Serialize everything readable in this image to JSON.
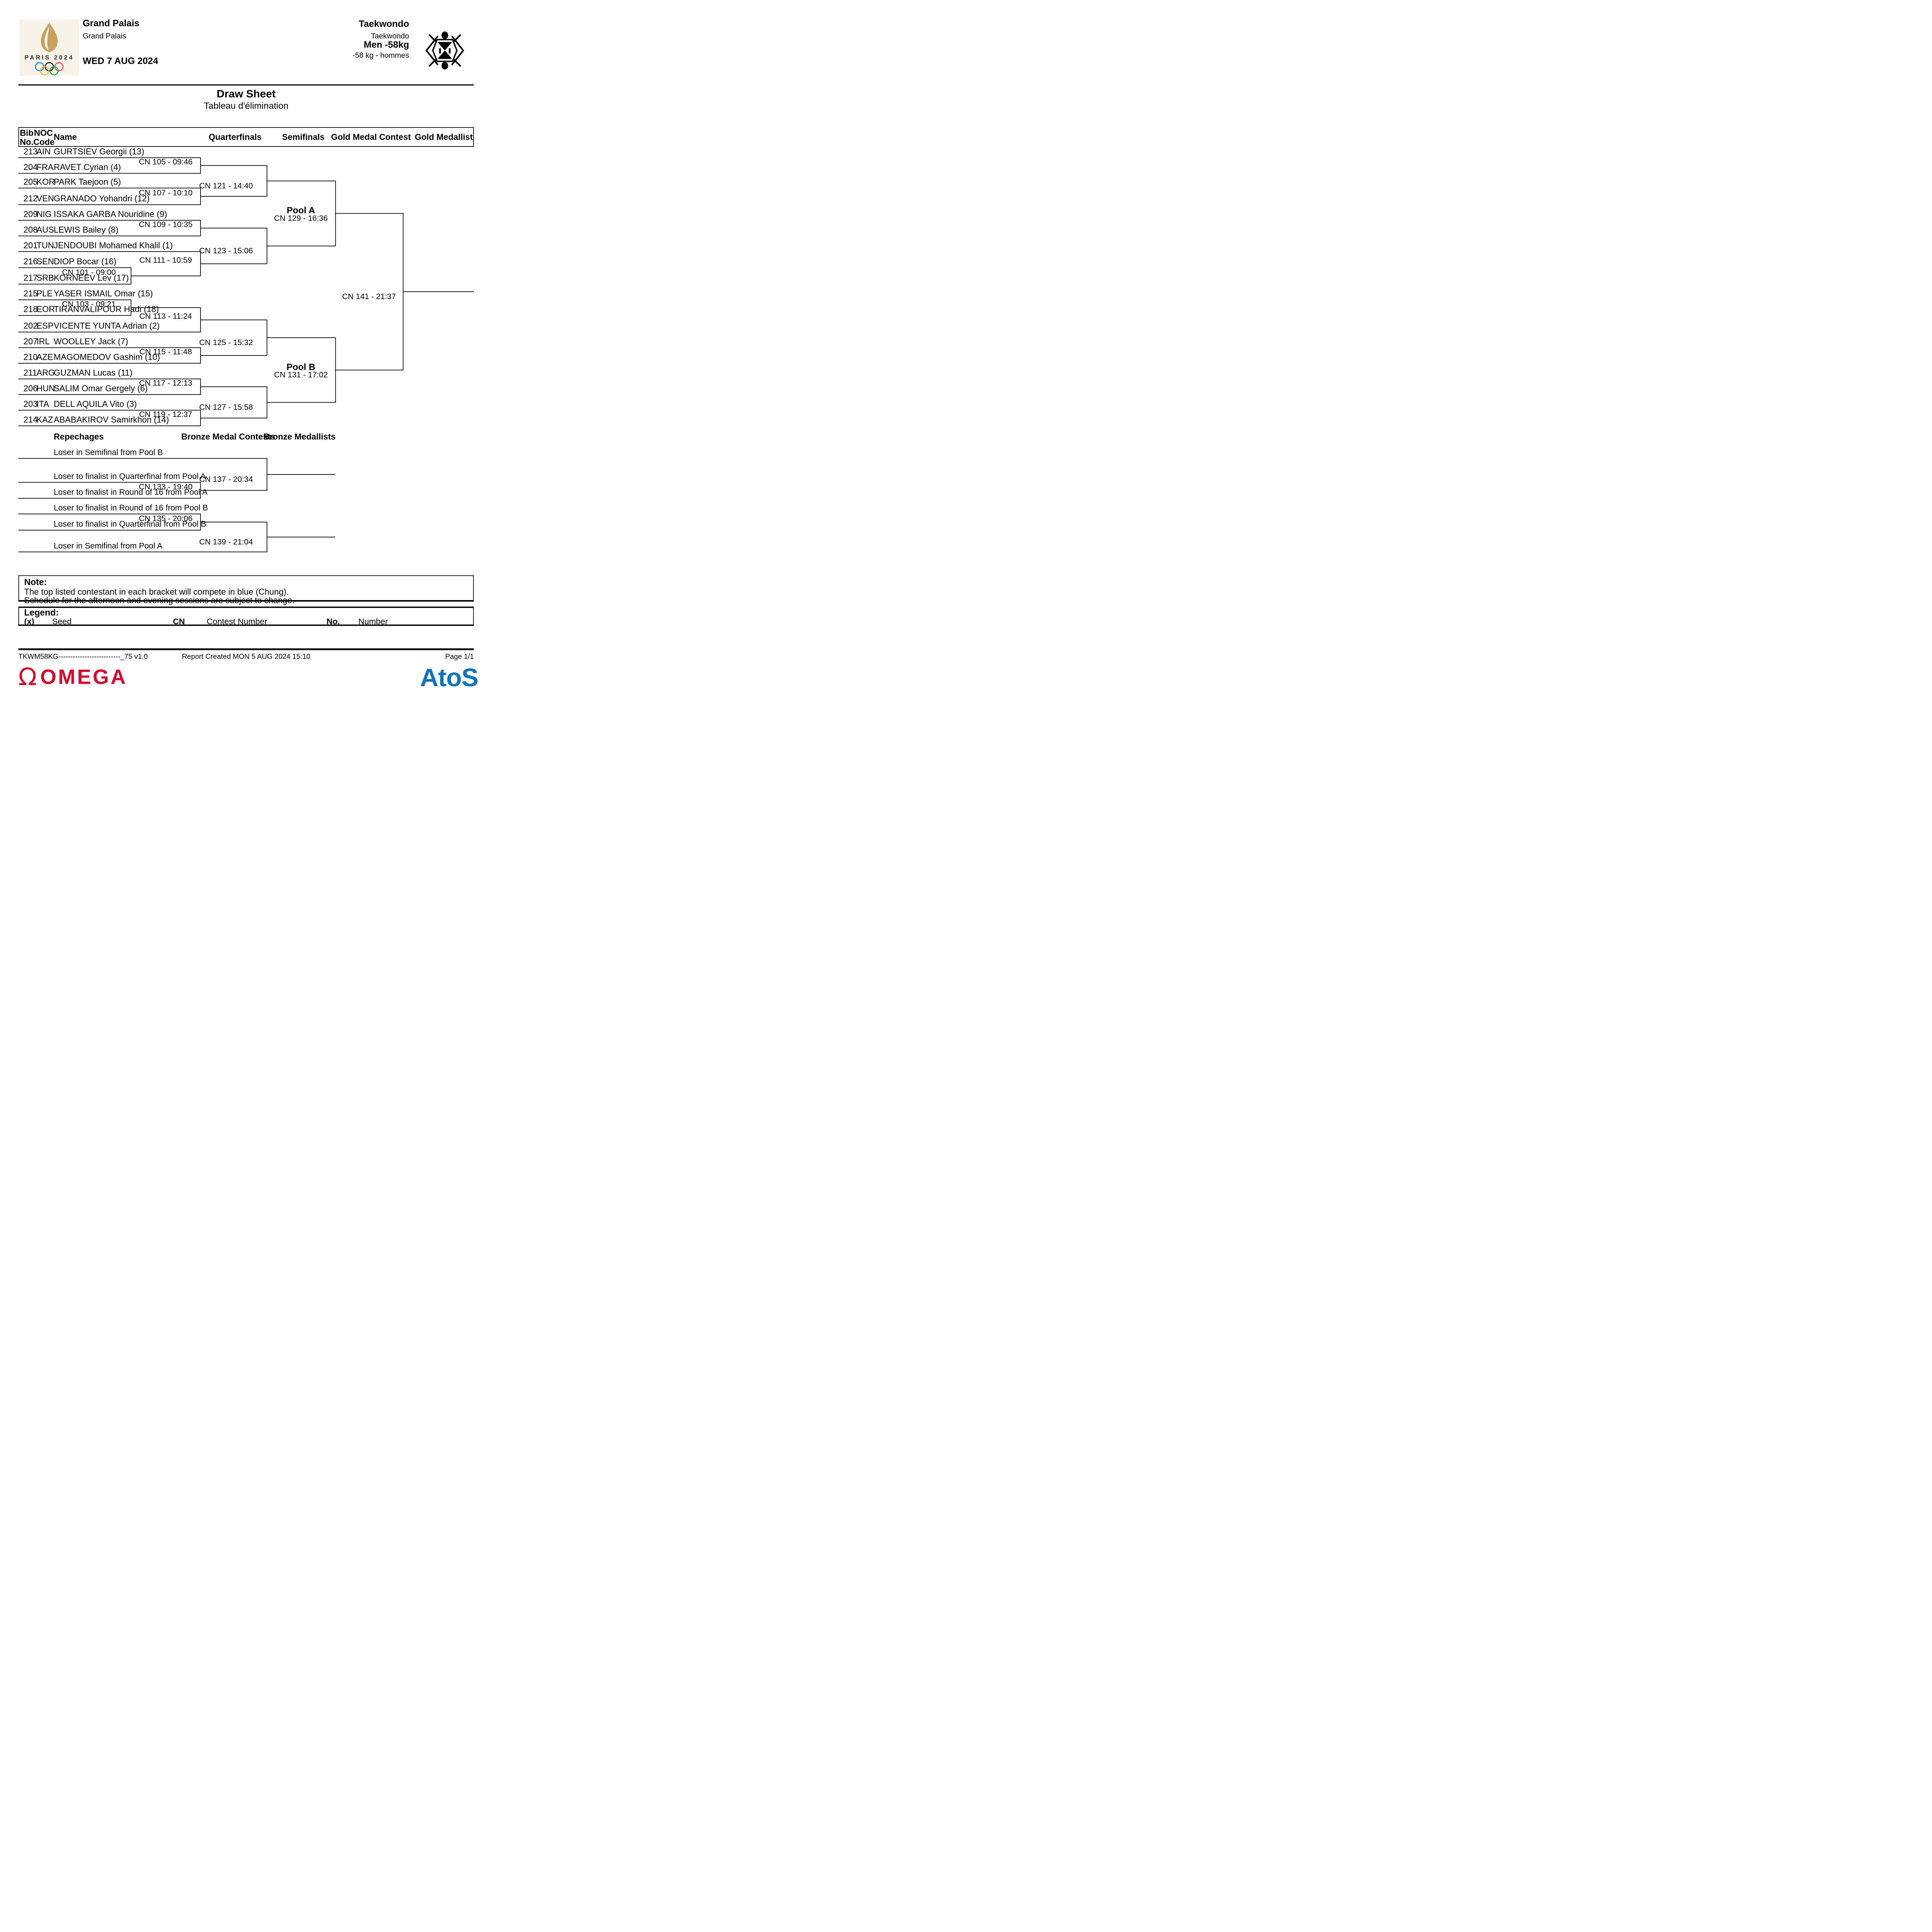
{
  "page": {
    "title": "Draw Sheet",
    "subtitle": "Tableau d'élimination"
  },
  "header": {
    "venue": "Grand Palais",
    "venue_sub": "Grand Palais",
    "date": "WED 7 AUG 2024",
    "sport": "Taekwondo",
    "sport_fr": "Taekwondo",
    "event": "Men -58kg",
    "event_fr": "-58 kg - hommes",
    "logo_text": "PARIS 2024",
    "colors": {
      "flame_gold": "#c8a15f",
      "ring_blue": "#0081c8",
      "ring_yellow": "#fcb131",
      "ring_black": "#000000",
      "ring_green": "#00a651",
      "ring_red": "#ee334e"
    }
  },
  "columns": {
    "bib": "Bib\nNo.",
    "noc": "NOC\nCode",
    "name": "Name",
    "quarterfinals": "Quarterfinals",
    "semifinals": "Semifinals",
    "gold_medal_contest": "Gold Medal Contest",
    "gold_medallist": "Gold Medallist"
  },
  "athletes": [
    {
      "bib": "213",
      "noc": "AIN",
      "name": "GURTSIEV Georgii (13)"
    },
    {
      "bib": "204",
      "noc": "FRA",
      "name": "RAVET Cyrian (4)"
    },
    {
      "bib": "205",
      "noc": "KOR",
      "name": "PARK Taejoon (5)"
    },
    {
      "bib": "212",
      "noc": "VEN",
      "name": "GRANADO Yohandri (12)"
    },
    {
      "bib": "209",
      "noc": "NIG",
      "name": "ISSAKA GARBA Nouridine (9)"
    },
    {
      "bib": "208",
      "noc": "AUS",
      "name": "LEWIS Bailey (8)"
    },
    {
      "bib": "201",
      "noc": "TUN",
      "name": "JENDOUBI Mohamed Khalil (1)"
    },
    {
      "bib": "216",
      "noc": "SEN",
      "name": "DIOP Bocar (16)"
    },
    {
      "bib": "217",
      "noc": "SRB",
      "name": "KORNEEV Lev (17)"
    },
    {
      "bib": "215",
      "noc": "PLE",
      "name": "YASER ISMAIL Omar (15)"
    },
    {
      "bib": "218",
      "noc": "EOR",
      "name": "TIRANVALIPOUR Hadi (18)"
    },
    {
      "bib": "202",
      "noc": "ESP",
      "name": "VICENTE YUNTA Adrian (2)"
    },
    {
      "bib": "207",
      "noc": "IRL",
      "name": "WOOLLEY Jack (7)"
    },
    {
      "bib": "210",
      "noc": "AZE",
      "name": "MAGOMEDOV Gashim (10)"
    },
    {
      "bib": "211",
      "noc": "ARG",
      "name": "GUZMAN Lucas (11)"
    },
    {
      "bib": "206",
      "noc": "HUN",
      "name": "SALIM Omar Gergely (6)"
    },
    {
      "bib": "203",
      "noc": "ITA",
      "name": "DELL AQUILA Vito (3)"
    },
    {
      "bib": "214",
      "noc": "KAZ",
      "name": "ABABAKIROV Samirkhon (14)"
    }
  ],
  "contests": {
    "cn101": "CN 101 - 09:00",
    "cn103": "CN 103 - 09:21",
    "cn105": "CN 105 - 09:46",
    "cn107": "CN 107 - 10:10",
    "cn109": "CN 109 - 10:35",
    "cn111": "CN 111 - 10:59",
    "cn113": "CN 113 - 11:24",
    "cn115": "CN 115 - 11:48",
    "cn117": "CN 117 - 12:13",
    "cn119": "CN 119 - 12:37",
    "cn121": "CN 121 - 14:40",
    "cn123": "CN 123 - 15:06",
    "cn125": "CN 125 - 15:32",
    "cn127": "CN 127 - 15:58",
    "cn129": "CN 129 - 16:36",
    "cn131": "CN 131 - 17:02",
    "cn141": "CN 141 - 21:37",
    "pool_a": "Pool A",
    "pool_b": "Pool B"
  },
  "repechage": {
    "title": "Repechages",
    "bronze_contests_title": "Bronze Medal Contests",
    "bronze_medallists_title": "Bronze Medallists",
    "entries": [
      "Loser in Semifinal from Pool B",
      "Loser to finalist in Quarterfinal from Pool A",
      "Loser to finalist in Round of 16 from Pool A",
      "Loser to finalist in Round of 16 from Pool B",
      "Loser to finalist in Quarterfinal from Pool B",
      "Loser in Semifinal from Pool A"
    ],
    "contests": {
      "cn133": "CN 133 - 19:40",
      "cn135": "CN 135 - 20:06",
      "cn137": "CN 137 - 20:34",
      "cn139": "CN 139 - 21:04"
    }
  },
  "note": {
    "title": "Note:",
    "lines": [
      "The top listed contestant in each bracket will compete in blue (Chung).",
      "Schedule for the afternoon and evening sessions are subject to change."
    ]
  },
  "legend": {
    "title": "Legend:",
    "items": [
      {
        "key": "(x)",
        "label": "Seed"
      },
      {
        "key": "CN",
        "label": "Contest Number"
      },
      {
        "key": "No.",
        "label": "Number"
      }
    ]
  },
  "footer": {
    "left": "TKWM58KG--------------------------_75 v1.0",
    "center": "Report Created MON 5 AUG 2024 15:10",
    "right": "Page 1/1",
    "omega": "OMEGA",
    "atos": "AtoS"
  }
}
